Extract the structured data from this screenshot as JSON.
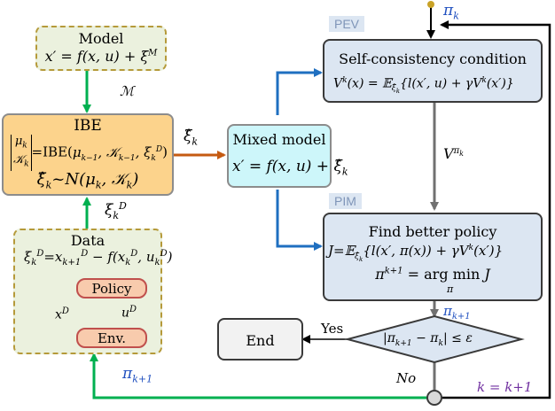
{
  "model": {
    "title": "Model",
    "equation": "x′ = f(x,u) + ξ^M"
  },
  "model_arrow_label": "ℳ",
  "ibe": {
    "title": "IBE",
    "line1_left": "[μ_k ; 𝒦_k]",
    "line1_right": "=IBE(μ_{k−1}, 𝒦_{k−1}, ξ_k^D)",
    "line2": "ξ̂_k ~ N(μ_k, 𝒦_k)"
  },
  "ibe_to_mixed_label": "ξ̂_k",
  "data_arrow_label": "ξ_k^D",
  "data": {
    "title": "Data",
    "equation": "ξ_k^D = x_{k+1}^D − f(x_k^D, u_k^D)",
    "policy": "Policy",
    "env": "Env.",
    "xd_label": "x^D",
    "ud_label": "u^D"
  },
  "mixed": {
    "title": "Mixed model",
    "equation": "x′ = f(x,u) + ξ̂_k"
  },
  "pev": {
    "tag": "PEV",
    "title": "Self-consistency condition",
    "equation": "V^k(x) = 𝔼_{ξ̂_k}{ l(x′,u) + γV^k(x′) }"
  },
  "v_label": "V^{π_k}",
  "pim": {
    "tag": "PIM",
    "title": "Find better policy",
    "equation1": "J = 𝔼_{ξ̂_k}{ l(x′, π(x)) + γV^k(x′) }",
    "equation2": "π^{k+1} = arg min J",
    "equation2_sub": "π"
  },
  "pi_k_top": "π_k",
  "pi_k1_mid": "π_{k+1}",
  "decision": {
    "condition": "|π_{k+1} − π_k| ≤ ε",
    "yes": "Yes",
    "no": "No"
  },
  "end": {
    "label": "End"
  },
  "pi_k1_bottom": "π_{k+1}",
  "k_update": "k = k+1",
  "colors": {
    "green_arrow": "#00b050",
    "orange_arrow": "#c55a11",
    "blue_arrow": "#1f6fc0",
    "gray_arrow": "#707070"
  }
}
